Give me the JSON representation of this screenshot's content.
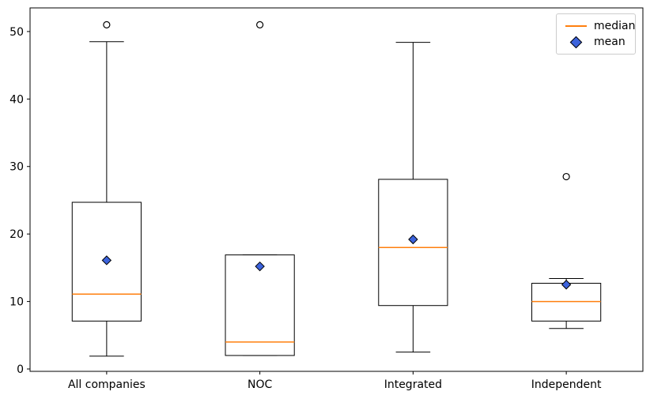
{
  "chart_data": {
    "type": "boxplot",
    "categories": [
      "All companies",
      "NOC",
      "Integrated",
      "Independent"
    ],
    "series": [
      {
        "name": "All companies",
        "position": 1,
        "whislo": 1.9,
        "q1": 7.1,
        "med": 11.1,
        "q3": 24.7,
        "whishi": 48.5,
        "mean": 16.1,
        "fliers": [
          51.0
        ]
      },
      {
        "name": "NOC",
        "position": 2,
        "whislo": 2.0,
        "q1": 2.0,
        "med": 4.0,
        "q3": 16.9,
        "whishi": 16.9,
        "mean": 15.2,
        "fliers": [
          51.0
        ]
      },
      {
        "name": "Integrated",
        "position": 3,
        "whislo": 2.5,
        "q1": 9.4,
        "med": 18.0,
        "q3": 28.1,
        "whishi": 48.4,
        "mean": 19.2,
        "fliers": []
      },
      {
        "name": "Independent",
        "position": 4,
        "whislo": 6.0,
        "q1": 7.1,
        "med": 10.0,
        "q3": 12.7,
        "whishi": 13.4,
        "mean": 12.5,
        "fliers": [
          28.5
        ]
      }
    ],
    "yticks": [
      0,
      10,
      20,
      30,
      40,
      50
    ],
    "ylim": [
      -0.35,
      53.5
    ],
    "xlim": [
      0.5,
      4.5
    ],
    "box_width": 0.45,
    "grid": false,
    "legend": {
      "position": "upper right",
      "items": [
        {
          "label": "median",
          "type": "line",
          "color": "#ff7f0e"
        },
        {
          "label": "mean",
          "type": "diamond",
          "color": "#3c63dc"
        }
      ]
    },
    "colors": {
      "median_line": "#ff7f0e",
      "mean_fill": "#3c63dc",
      "mean_edge": "#000000",
      "box_edge": "#000000",
      "flier_edge": "#000000",
      "background": "#ffffff"
    }
  }
}
